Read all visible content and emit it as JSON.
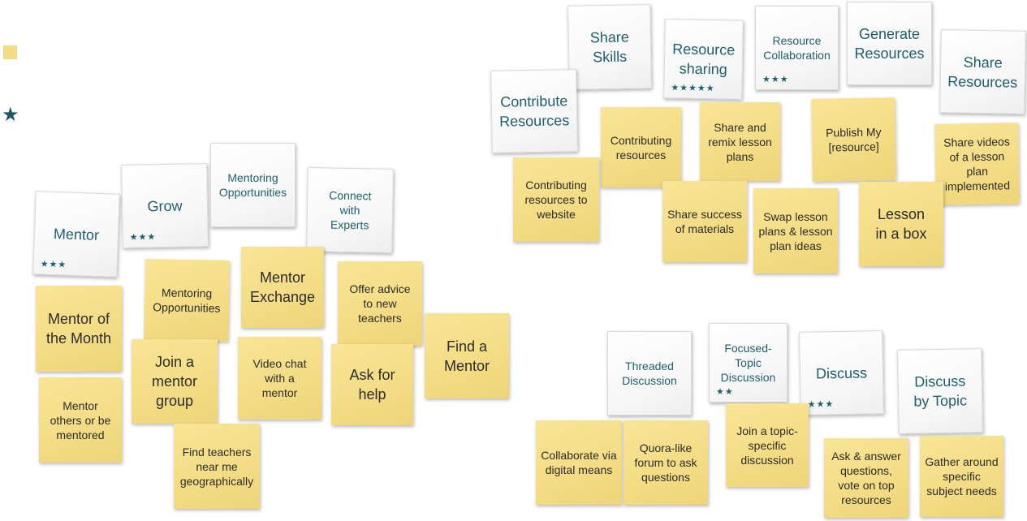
{
  "legend": {
    "square_icon": "yellow-square-icon",
    "star_icon": "star-icon"
  },
  "colors": {
    "sticky_yellow": "#f3dc84",
    "header_text_teal": "#1f5f6c",
    "star_teal": "#195a66"
  },
  "mentor_cluster": {
    "headers": [
      {
        "label": "Mentor",
        "stars": "★★★"
      },
      {
        "label": "Grow",
        "stars": "★★★"
      },
      {
        "label": "Mentoring Opportunities",
        "stars": ""
      },
      {
        "label": "Connect with Experts",
        "stars": ""
      }
    ],
    "notes": [
      "Mentor of the Month",
      "Mentoring Opportunities",
      "Mentor Exchange",
      "Offer advice to new teachers",
      "Join a mentor group",
      "Video chat with a mentor",
      "Ask for help",
      "Find a Mentor",
      "Mentor others or be mentored",
      "Find teachers near me geographically"
    ]
  },
  "resources_cluster": {
    "headers": [
      {
        "label": "Share Skills",
        "stars": ""
      },
      {
        "label": "Resource sharing",
        "stars": "★★★★★"
      },
      {
        "label": "Resource Collaboration",
        "stars": "★★★"
      },
      {
        "label": "Generate Resources",
        "stars": ""
      },
      {
        "label": "Share Resources",
        "stars": ""
      },
      {
        "label": "Contribute Resources",
        "stars": ""
      }
    ],
    "notes": [
      "Contributing resources",
      "Share and remix lesson plans",
      "Publish My [resource]",
      "Share videos of a lesson plan implemented",
      "Contributing resources to website",
      "Share success of materials",
      "Swap lesson plans & lesson plan ideas",
      "Lesson in a box"
    ]
  },
  "discussion_cluster": {
    "headers": [
      {
        "label": "Threaded Discussion",
        "stars": ""
      },
      {
        "label": "Focused-Topic Discussion",
        "stars": "★★"
      },
      {
        "label": "Discuss",
        "stars": "★★★"
      },
      {
        "label": "Discuss by Topic",
        "stars": ""
      }
    ],
    "notes": [
      "Join a topic-specific discussion",
      "Collaborate via digital means",
      "Quora-like forum to ask questions",
      "Ask & answer questions, vote on top resources",
      "Gather around specific subject needs"
    ]
  }
}
